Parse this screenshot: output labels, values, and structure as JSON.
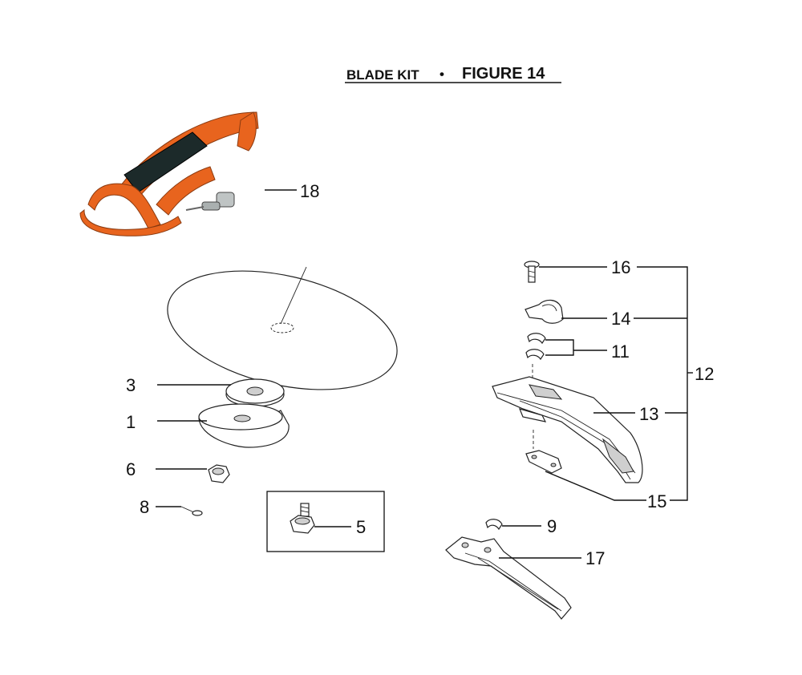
{
  "header": {
    "title_left": "BLADE KIT",
    "separator": "•",
    "title_right": "FIGURE 14"
  },
  "callouts": {
    "c1": "1",
    "c3": "3",
    "c5": "5",
    "c6": "6",
    "c8": "8",
    "c9": "9",
    "c11": "11",
    "c12": "12",
    "c13": "13",
    "c14": "14",
    "c15": "15",
    "c16": "16",
    "c17": "17",
    "c18": "18"
  },
  "colors": {
    "strap_orange": "#e8641e",
    "strap_dark": "#1c2a2a",
    "line": "#111111"
  }
}
